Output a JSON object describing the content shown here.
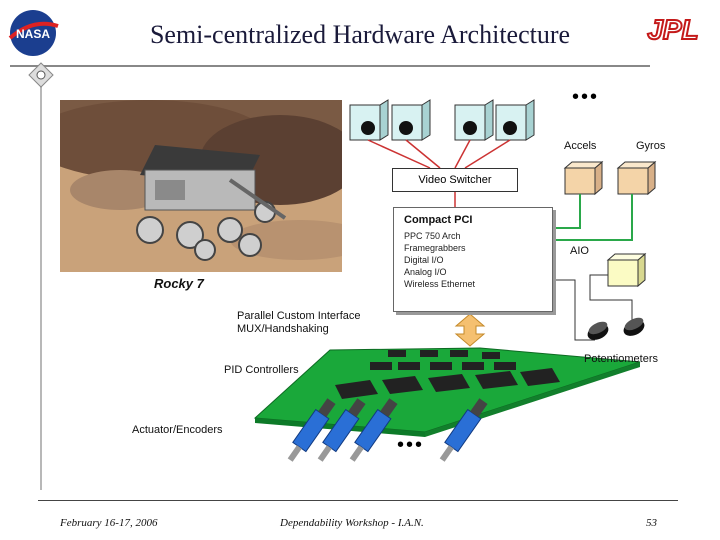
{
  "slide": {
    "title": "Semi-centralized Hardware Architecture",
    "logo_left": "NASA",
    "logo_right": "JPL"
  },
  "photo": {
    "caption": "Rocky 7"
  },
  "components": {
    "accels": "Accels",
    "gyros": "Gyros",
    "video_switcher": "Video Switcher",
    "aio": "AIO",
    "potentiometers": "Potentiometers",
    "parallel_interface": [
      "Parallel Custom Interface",
      "MUX/Handshaking"
    ],
    "pid_controllers": "PID Controllers",
    "actuators": "Actuator/Encoders",
    "ellipsis_top": "•••",
    "ellipsis_bottom": "•••"
  },
  "compact_pci": {
    "title": "Compact PCI",
    "items": [
      "PPC 750 Arch",
      "Framegrabbers",
      "Digital I/O",
      "Analog I/O",
      "Wireless Ethernet"
    ]
  },
  "footer": {
    "date": "February 16-17, 2006",
    "event": "Dependability Workshop - I.A.N.",
    "page": "53"
  },
  "colors": {
    "board": "#1aa83a",
    "arrow": "#f5c070",
    "wire_green": "#2aa84a",
    "wire_red": "#cc3333",
    "actuator_blue": "#2a6fd6"
  }
}
